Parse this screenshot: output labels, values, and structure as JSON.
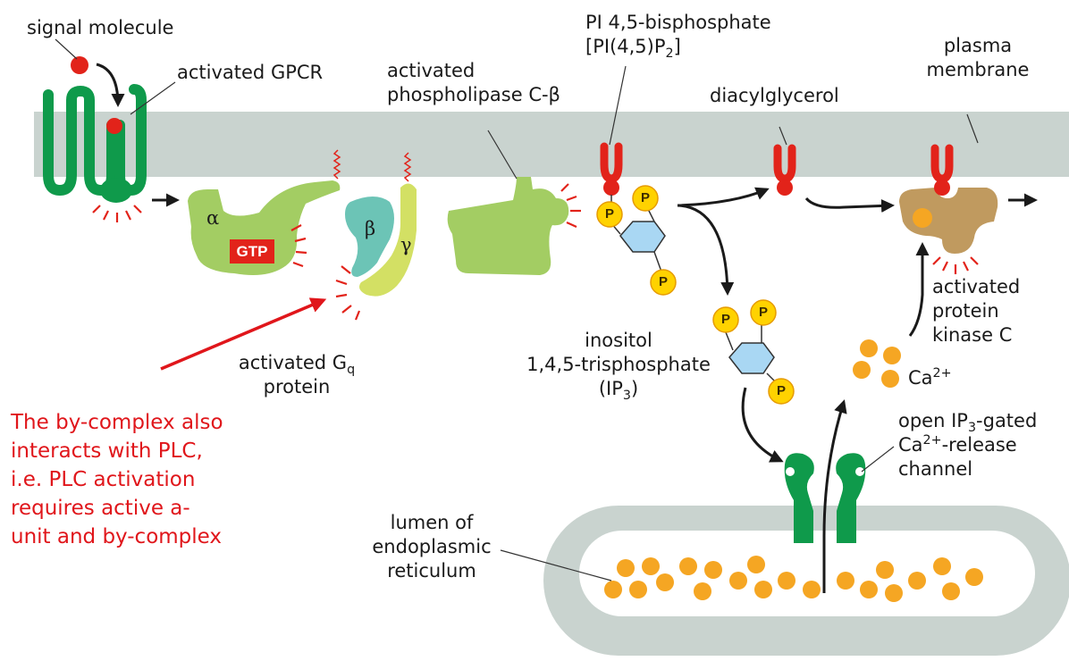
{
  "labels": {
    "signal_molecule": "signal molecule",
    "activated_gpcr": "activated GPCR",
    "plc_line1": "activated",
    "plc_line2": "phospholipase C-β",
    "pip2_line1": "PI 4,5-bisphosphate",
    "pip2_line2_pre": "[PI(4,5)P",
    "pip2_line2_sub": "2",
    "pip2_line2_post": "]",
    "diacylglycerol": "diacylglycerol",
    "plasma_membrane_1": "plasma",
    "plasma_membrane_2": "membrane",
    "alpha": "α",
    "beta": "β",
    "gamma": "γ",
    "gtp": "GTP",
    "p": "P",
    "gq_pre": "activated G",
    "gq_sub": "q",
    "gq_line2": "protein",
    "ip3_line1": "inositol",
    "ip3_line2": "1,4,5-trisphosphate",
    "ip3_line3_pre": "(IP",
    "ip3_line3_sub": "3",
    "ip3_line3_post": ")",
    "pkc_1": "activated",
    "pkc_2": "protein",
    "pkc_3": "kinase C",
    "ca": "Ca",
    "ca_sup": "2+",
    "chan_1_pre": "open IP",
    "chan_1_sub": "3",
    "chan_1_post": "-gated",
    "chan_2_pre": "Ca",
    "chan_2_sup": "2+",
    "chan_2_post": "-release",
    "chan_3": "channel",
    "er_1": "lumen of",
    "er_2": "endoplasmic",
    "er_3": "reticulum"
  },
  "annotation": {
    "lines": [
      "The by-complex also",
      "interacts with PLC,",
      "i.e. PLC activation",
      "requires active a-",
      "unit and by-complex"
    ]
  },
  "colors": {
    "membrane": "#c9d3cf",
    "receptor": "#0f9a4b",
    "gq_alpha": "#a3cd63",
    "beta_subunit": "#6cc4b6",
    "gamma_subunit": "#d3e064",
    "lipid_head": "#e2231a",
    "phosphate": "#ffd200",
    "inositol_ring": "#a9d7f3",
    "pkc": "#c09a5f",
    "calcium": "#f5a623",
    "annotation": "#e0161b"
  }
}
